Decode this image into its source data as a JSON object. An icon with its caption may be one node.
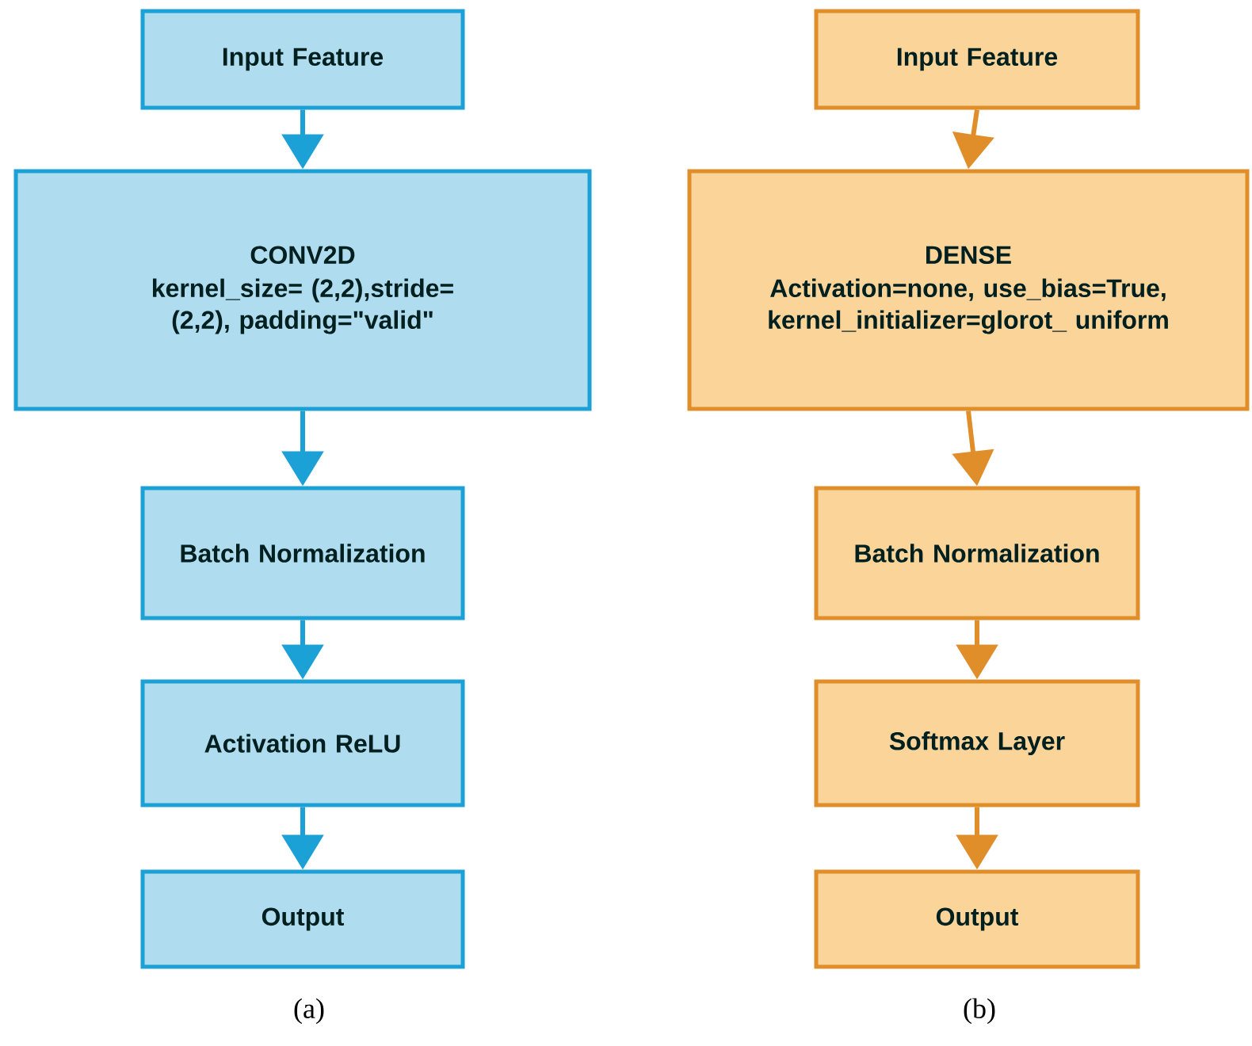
{
  "diagram": {
    "nodes": [
      {
        "text": [
          "Input Feature"
        ]
      },
      {
        "text": [
          "CONV2D",
          "kernel_size= (2,2),stride= (2,2), padding=\"valid\""
        ]
      },
      {
        "text": [
          "Batch Normalization"
        ]
      },
      {
        "text": [
          "Activation ReLU"
        ]
      },
      {
        "text": [
          "Output"
        ]
      },
      {
        "text": [
          "Input Feature"
        ]
      },
      {
        "text": [
          "DENSE",
          "Activation=none, use_bias=True, kernel_initializer=glorot_ uniform"
        ]
      },
      {
        "text": [
          "Batch Normalization"
        ]
      },
      {
        "text": [
          "Softmax Layer"
        ]
      },
      {
        "text": [
          "Output"
        ]
      }
    ],
    "edges": [
      {
        "from": 0,
        "to": 1,
        "arrow": "to"
      },
      {
        "from": 1,
        "to": 2,
        "arrow": "to"
      },
      {
        "from": 2,
        "to": 3,
        "arrow": "to"
      },
      {
        "from": 3,
        "to": 4,
        "arrow": "to"
      },
      {
        "from": 5,
        "to": 6,
        "arrow": "to",
        "color": "#e08e2a"
      },
      {
        "from": 6,
        "to": 7,
        "arrow": "to",
        "color": "#e08e2a"
      },
      {
        "from": 7,
        "to": 8,
        "arrow": "to",
        "color": "#e08e2a"
      },
      {
        "from": 8,
        "to": 9,
        "arrow": "to",
        "color": "#e08e2a"
      }
    ],
    "labels": [
      "(a)",
      "(b)"
    ]
  }
}
